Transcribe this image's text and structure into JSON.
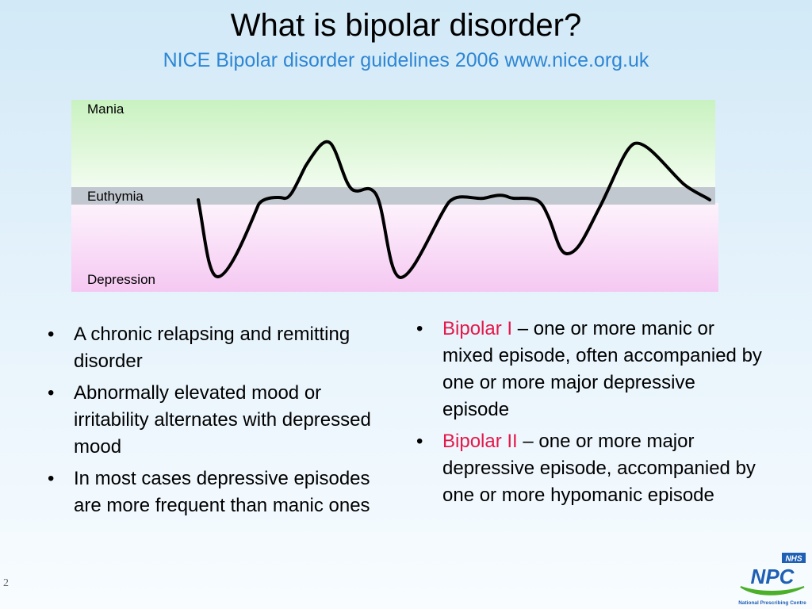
{
  "slide": {
    "title": "What is bipolar disorder?",
    "subtitle": "NICE Bipolar disorder guidelines 2006 www.nice.org.uk",
    "page_number": "2"
  },
  "diagram": {
    "zones": {
      "mania": "Mania",
      "euthymia": "Euthymia",
      "depression": "Depression"
    },
    "colors": {
      "mania": "#d6f5cf",
      "euthymia": "#c2c8cf",
      "depression": "#f7d4f5",
      "curve": "#000000"
    }
  },
  "left_bullets": [
    "A chronic relapsing and remitting disorder",
    "Abnormally elevated mood or irritability alternates with depressed mood",
    "In most cases depressive episodes are more frequent than manic ones"
  ],
  "right_bullets": [
    {
      "term": "Bipolar I",
      "text": " – one or more manic or mixed episode, often accompanied by one or more major depressive episode"
    },
    {
      "term": "Bipolar II",
      "text": " – one or more major depressive episode, accompanied by one or more hypomanic episode"
    }
  ],
  "logo": {
    "badge": "NHS",
    "name": "NPC",
    "tagline": "National Prescribing Centre",
    "colors": {
      "badge": "#1f5fb4",
      "name": "#1f5fb4",
      "swoosh": "#4caf2a"
    }
  }
}
